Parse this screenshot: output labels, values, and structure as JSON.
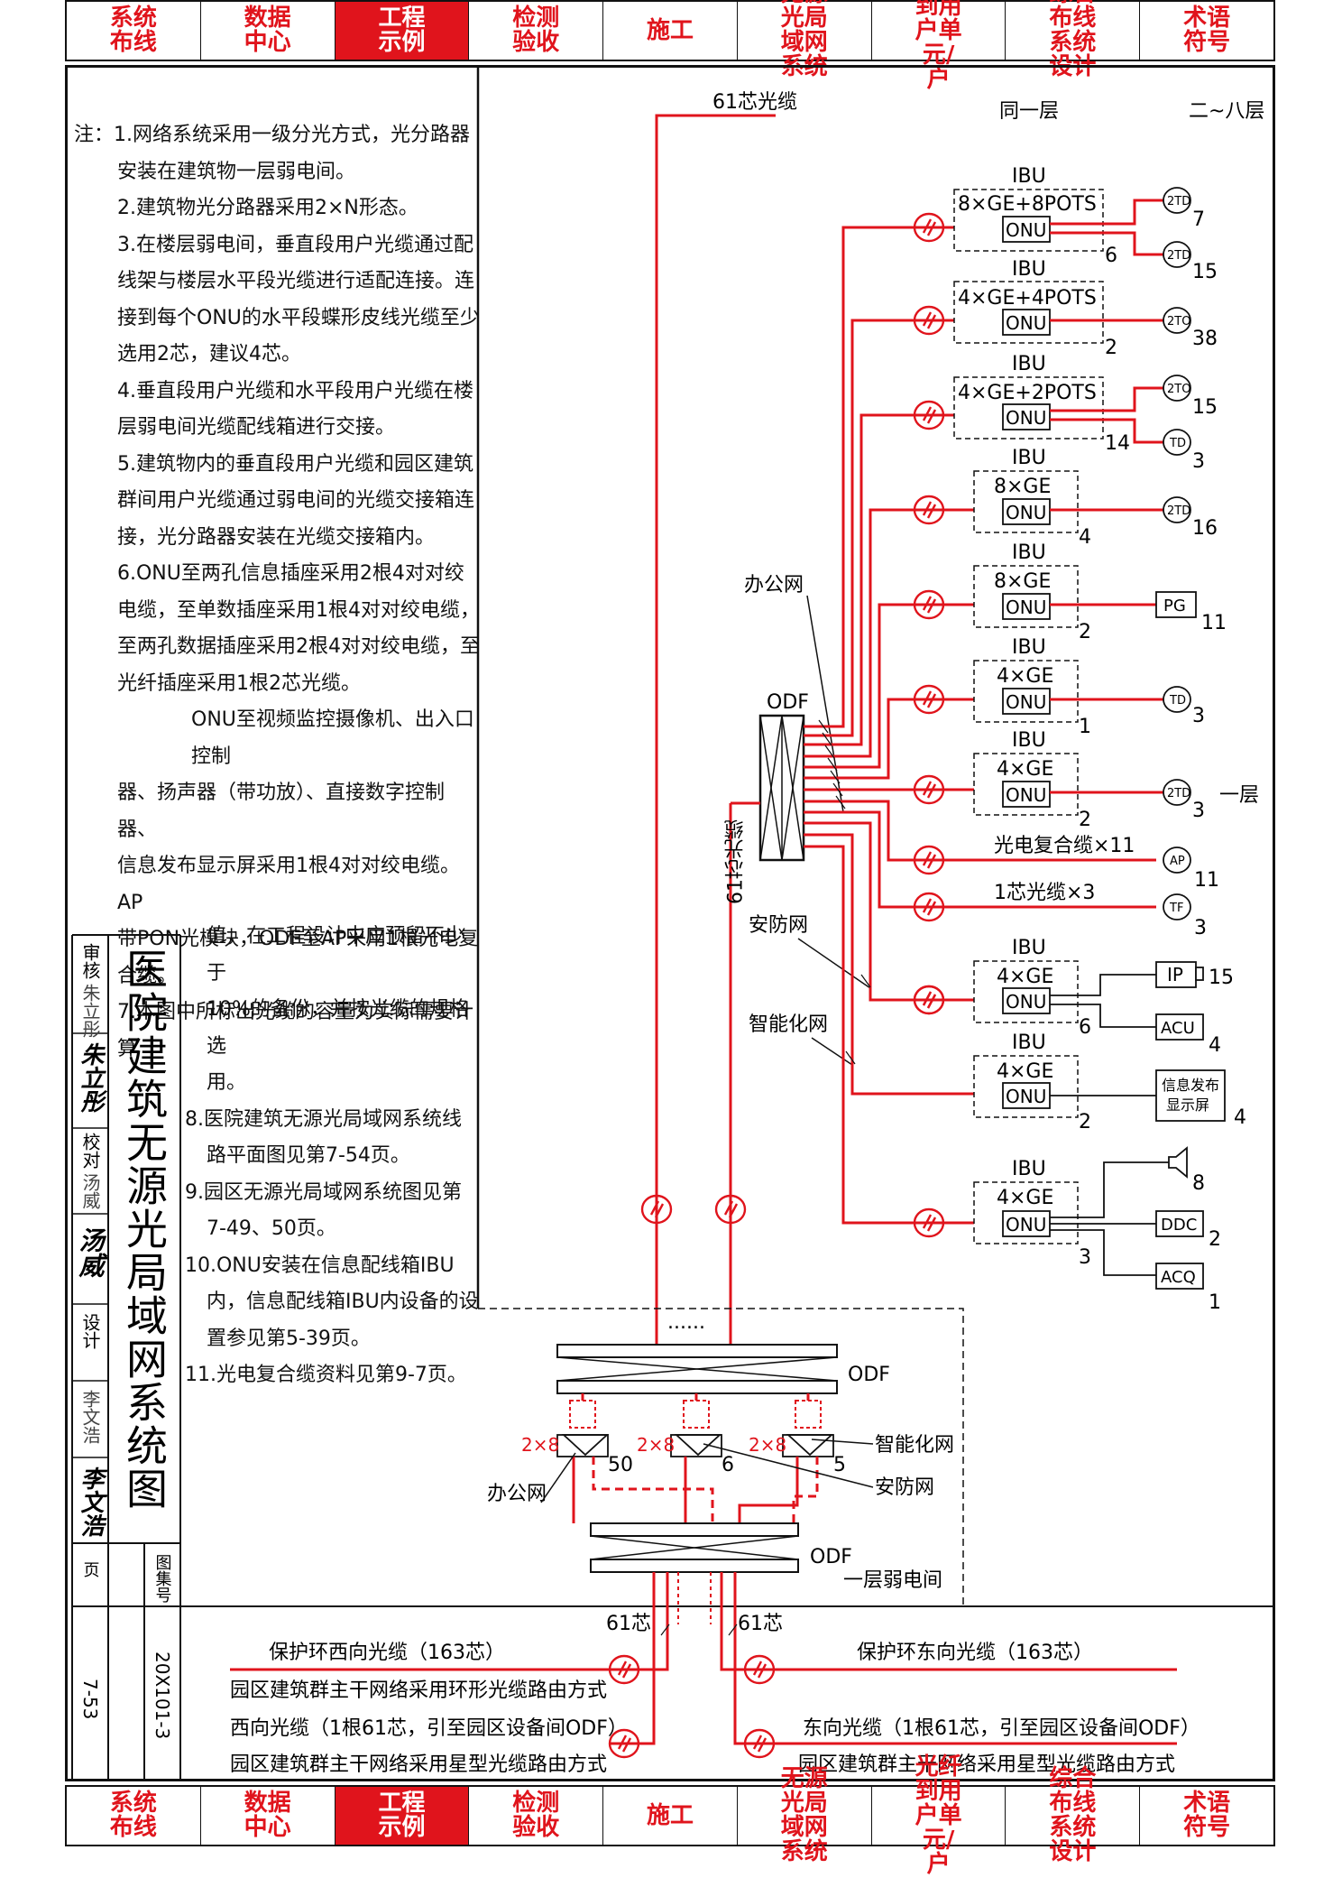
{
  "tabs": [
    {
      "label": "系统布线",
      "active": false
    },
    {
      "label": "数据中心",
      "active": false
    },
    {
      "label": "工程示例",
      "active": true
    },
    {
      "label": "检测验收",
      "active": false
    },
    {
      "label": "施工",
      "active": false
    },
    {
      "label": "无源光局域网系统",
      "active": false
    },
    {
      "label": "光纤到用户单元/户",
      "active": false
    },
    {
      "label": "综合布线系统设计",
      "active": false
    },
    {
      "label": "术语符号",
      "active": false
    }
  ],
  "notes": [
    "注：1.网络系统采用一级分光方式，光分路器",
    "安装在建筑物一层弱电间。",
    "2.建筑物光分路器采用2×N形态。",
    "3.在楼层弱电间，垂直段用户光缆通过配",
    "线架与楼层水平段光缆进行适配连接。连",
    "接到每个ONU的水平段蝶形皮线光缆至少",
    "选用2芯，建议4芯。",
    "4.垂直段用户光缆和水平段用户光缆在楼",
    "层弱电间光缆配线箱进行交接。",
    "5.建筑物内的垂直段用户光缆和园区建筑",
    "群间用户光缆通过弱电间的光缆交接箱连",
    "接，光分路器安装在光缆交接箱内。",
    "6.ONU至两孔信息插座采用2根4对对绞",
    "电缆，至单数插座采用1根4对对绞电缆，",
    "至两孔数据插座采用2根4对对绞电缆，至",
    "光纤插座采用1根2芯光缆。",
    "ONU至视频监控摄像机、出入口控制",
    "器、扬声器（带功放）、直接数字控制器、",
    "信息发布显示屏采用1根4对对绞电缆。AP",
    "带PON光模块，ODF至AP采用1根光电复",
    "合缆。",
    "7.本图中所标出光缆的容量为实际需要计算"
  ],
  "notes2": [
    "值，在工程设计中应预留不少于",
    "10%的备份，并按光缆的规格选",
    "用。",
    "8.医院建筑无源光局域网系统线",
    "路平面图见第7-54页。",
    "9.园区无源光局域网系统图见第",
    "7-49、50页。",
    "10.ONU安装在信息配线箱IBU",
    "内，信息配线箱IBU内设备的设",
    "置参见第5-39页。",
    "11.光电复合缆资料见第9-7页。"
  ],
  "title_block": {
    "title": "医院建筑无源光局域网系统图",
    "reviewer_label": "审核",
    "reviewer": "朱立彤",
    "checker_label": "校对",
    "checker": "汤威",
    "designer_label": "设计",
    "designer": "李文浩",
    "atlas_label": "图集号",
    "atlas_no": "20X101-3",
    "page_label": "页",
    "page_no": "7-53"
  },
  "diagram": {
    "top_cable": "61芯光缆",
    "same_floor": "同一层",
    "floors": "二~八层",
    "first_floor": "一层",
    "odf": "ODF",
    "office_net": "办公网",
    "security_net": "安防网",
    "smart_net": "智能化网",
    "vertical_cable": "61芯光缆",
    "ibu": "IBU",
    "onu": "ONU",
    "ibu_groups": [
      {
        "spec": "8×GE+8POTS",
        "count": "6",
        "outputs": [
          {
            "dev": "2TD",
            "n": "7"
          },
          {
            "dev": "2TD",
            "n": "15"
          }
        ]
      },
      {
        "spec": "4×GE+4POTS",
        "count": "2",
        "outputs": [
          {
            "dev": "2TO",
            "n": "38"
          }
        ]
      },
      {
        "spec": "4×GE+2POTS",
        "count": "14",
        "outputs": [
          {
            "dev": "2TO",
            "n": "15"
          },
          {
            "dev": "TD",
            "n": "3"
          }
        ]
      },
      {
        "spec": "8×GE",
        "count": "4",
        "outputs": [
          {
            "dev": "2TD",
            "n": "16"
          }
        ]
      },
      {
        "spec": "8×GE",
        "count": "2",
        "outputs": [
          {
            "dev": "PG",
            "n": "11"
          }
        ]
      },
      {
        "spec": "4×GE",
        "count": "1",
        "outputs": [
          {
            "dev": "TD",
            "n": "3"
          }
        ]
      },
      {
        "spec": "4×GE",
        "count": "2",
        "outputs": [
          {
            "dev": "2TD",
            "n": "3"
          }
        ]
      }
    ],
    "composite_cable": "光电复合缆×11",
    "ap": "AP",
    "ap_n": "11",
    "core1_cable": "1芯光缆×3",
    "tf": "TF",
    "tf_n": "3",
    "sec_ibu": {
      "spec": "4×GE",
      "count": "6",
      "ip": "IP",
      "ip_n": "15",
      "acu": "ACU",
      "acu_n": "4"
    },
    "smart_ibu": {
      "spec": "4×GE",
      "count": "2",
      "disp": "信息发布显示屏",
      "disp_n": "4"
    },
    "last_ibu": {
      "spec": "4×GE",
      "count": "3",
      "spk_n": "8",
      "ddc": "DDC",
      "ddc_n": "2",
      "acq": "ACQ",
      "acq_n": "1"
    },
    "splitters": [
      {
        "ratio": "2×8",
        "n": "50"
      },
      {
        "ratio": "2×8",
        "n": "6"
      },
      {
        "ratio": "2×8",
        "n": "5"
      }
    ],
    "weak_room": "一层弱电间",
    "core61_a": "61芯",
    "core61_b": "61芯",
    "ring_west": "保护环西向光缆（163芯）",
    "ring_east": "保护环东向光缆（163芯）",
    "ring_desc": "园区建筑群主干网络采用环形光缆路由方式",
    "west_cable": "西向光缆（1根61芯，引至园区设备间ODF）",
    "east_cable": "东向光缆（1根61芯，引至园区设备间ODF）",
    "star_desc_w": "园区建筑群主干网络采用星型光缆路由方式",
    "star_desc_e": "园区建筑群主干网络采用星型光缆路由方式"
  },
  "colors": {
    "accent": "#e0141c",
    "line": "#111111"
  }
}
